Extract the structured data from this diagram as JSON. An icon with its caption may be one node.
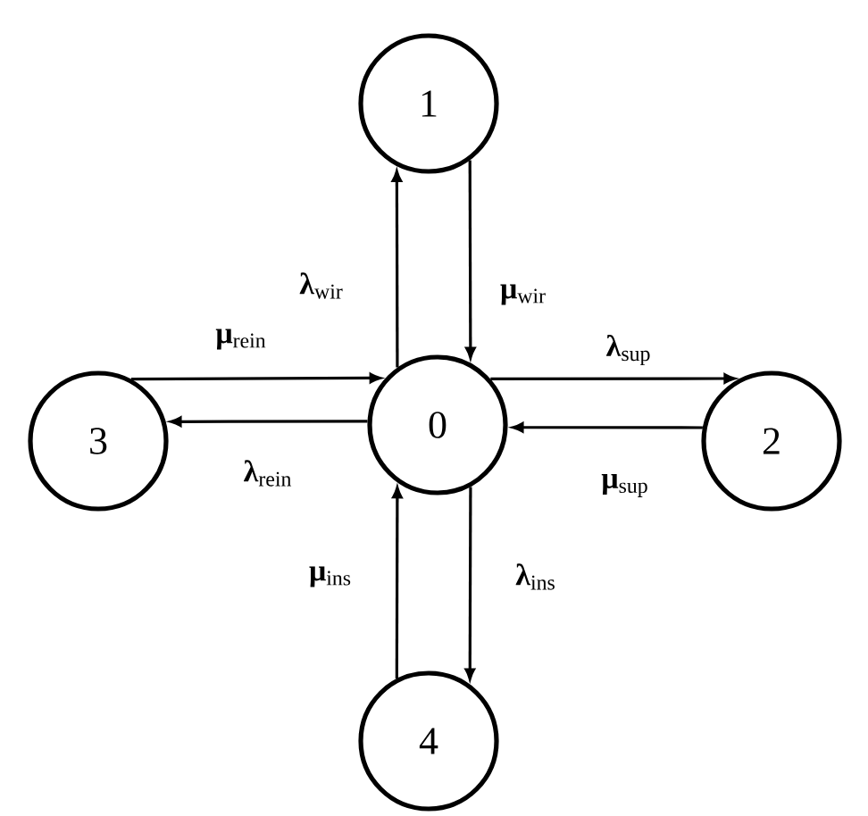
{
  "diagram": {
    "nodes": [
      {
        "text": [
          "0"
        ]
      },
      {
        "text": [
          "1"
        ]
      },
      {
        "text": [
          "2"
        ]
      },
      {
        "text": [
          "3"
        ]
      },
      {
        "text": [
          "4"
        ]
      }
    ],
    "edges": [
      {
        "from": 0,
        "to": 1,
        "arrow": "to",
        "label": "**λ**$_{wir}$"
      },
      {
        "from": 1,
        "to": 0,
        "arrow": "to",
        "label": "**μ**$_{wir}$"
      },
      {
        "from": 0,
        "to": 2,
        "arrow": "to",
        "label": "**λ**$_{sup}$"
      },
      {
        "from": 2,
        "to": 0,
        "arrow": "to",
        "label": "**μ**$_{sup}$"
      },
      {
        "from": 3,
        "to": 0,
        "arrow": "to",
        "label": "**μ**$_{rein}$"
      },
      {
        "from": 0,
        "to": 3,
        "arrow": "to",
        "label": "**λ**$_{rein}$"
      },
      {
        "from": 4,
        "to": 0,
        "arrow": "to",
        "label": "**μ**$_{ins}$"
      },
      {
        "from": 0,
        "to": 4,
        "arrow": "to",
        "label": "**λ**$_{ins}$"
      }
    ]
  }
}
